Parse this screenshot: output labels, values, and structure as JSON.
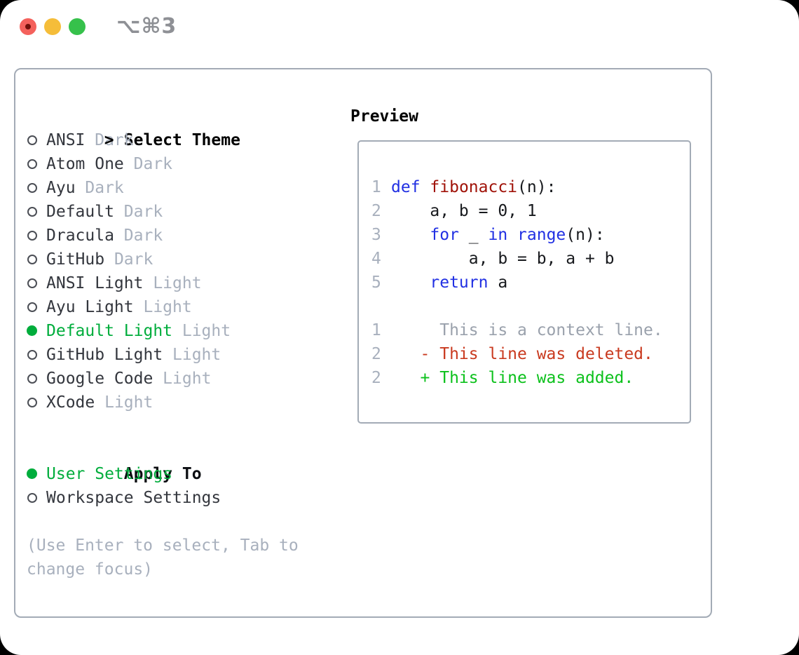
{
  "window": {
    "title": "⌥⌘3",
    "traffic_lights": {
      "close_color": "#f4615c",
      "close_dot_color": "#71100a",
      "minimize_color": "#f5bd39",
      "zoom_color": "#36c14b"
    }
  },
  "colors": {
    "panel_border": "#a3abb6",
    "text_dark": "#33363d",
    "text_muted": "#a8b0bd",
    "selection_green": "#00ad3c",
    "keyword_blue": "#2130e3",
    "function_red": "#a01208",
    "diff_deleted_red": "#c93a1f",
    "diff_added_green": "#0cc11c"
  },
  "theme_panel": {
    "header": {
      "prefix": ">",
      "label": "Select Theme"
    },
    "items": [
      {
        "name": "ANSI",
        "variant": "Dark",
        "selected": false
      },
      {
        "name": "Atom One",
        "variant": "Dark",
        "selected": false
      },
      {
        "name": "Ayu",
        "variant": "Dark",
        "selected": false
      },
      {
        "name": "Default",
        "variant": "Dark",
        "selected": false
      },
      {
        "name": "Dracula",
        "variant": "Dark",
        "selected": false
      },
      {
        "name": "GitHub",
        "variant": "Dark",
        "selected": false
      },
      {
        "name": "ANSI Light",
        "variant": "Light",
        "selected": false
      },
      {
        "name": "Ayu Light",
        "variant": "Light",
        "selected": false
      },
      {
        "name": "Default Light",
        "variant": "Light",
        "selected": true
      },
      {
        "name": "GitHub Light",
        "variant": "Light",
        "selected": false
      },
      {
        "name": "Google Code",
        "variant": "Light",
        "selected": false
      },
      {
        "name": "XCode",
        "variant": "Light",
        "selected": false
      }
    ],
    "apply_to": {
      "label": "Apply To",
      "options": [
        {
          "name": "User Settings",
          "selected": true
        },
        {
          "name": "Workspace Settings",
          "selected": false
        }
      ]
    },
    "hint": [
      "(Use Enter to select, Tab to",
      "change focus)"
    ]
  },
  "preview": {
    "label": "Preview",
    "lines": [
      {
        "no": "1",
        "segments": [
          {
            "t": "def",
            "c": "kw"
          },
          {
            "t": " ",
            "c": "txt"
          },
          {
            "t": "fibonacci",
            "c": "fn"
          },
          {
            "t": "(n):",
            "c": "txt"
          }
        ]
      },
      {
        "no": "2",
        "segments": [
          {
            "t": "    a, b = 0, 1",
            "c": "txt"
          }
        ]
      },
      {
        "no": "3",
        "segments": [
          {
            "t": "    ",
            "c": "txt"
          },
          {
            "t": "for",
            "c": "kw"
          },
          {
            "t": " _ ",
            "c": "txt"
          },
          {
            "t": "in",
            "c": "kw"
          },
          {
            "t": " ",
            "c": "txt"
          },
          {
            "t": "range",
            "c": "kw"
          },
          {
            "t": "(n):",
            "c": "txt"
          }
        ]
      },
      {
        "no": "4",
        "segments": [
          {
            "t": "        a, b = b, a + b",
            "c": "txt"
          }
        ]
      },
      {
        "no": "5",
        "segments": [
          {
            "t": "    ",
            "c": "txt"
          },
          {
            "t": "return",
            "c": "kw"
          },
          {
            "t": " a",
            "c": "txt"
          }
        ]
      },
      {
        "no": "",
        "segments": []
      },
      {
        "no": "1",
        "segments": [
          {
            "t": "     This is a context line.",
            "c": "ctx"
          }
        ]
      },
      {
        "no": "2",
        "segments": [
          {
            "t": "   - This line was deleted.",
            "c": "del"
          }
        ]
      },
      {
        "no": "2",
        "segments": [
          {
            "t": "   + This line was added.",
            "c": "add"
          }
        ]
      }
    ]
  }
}
